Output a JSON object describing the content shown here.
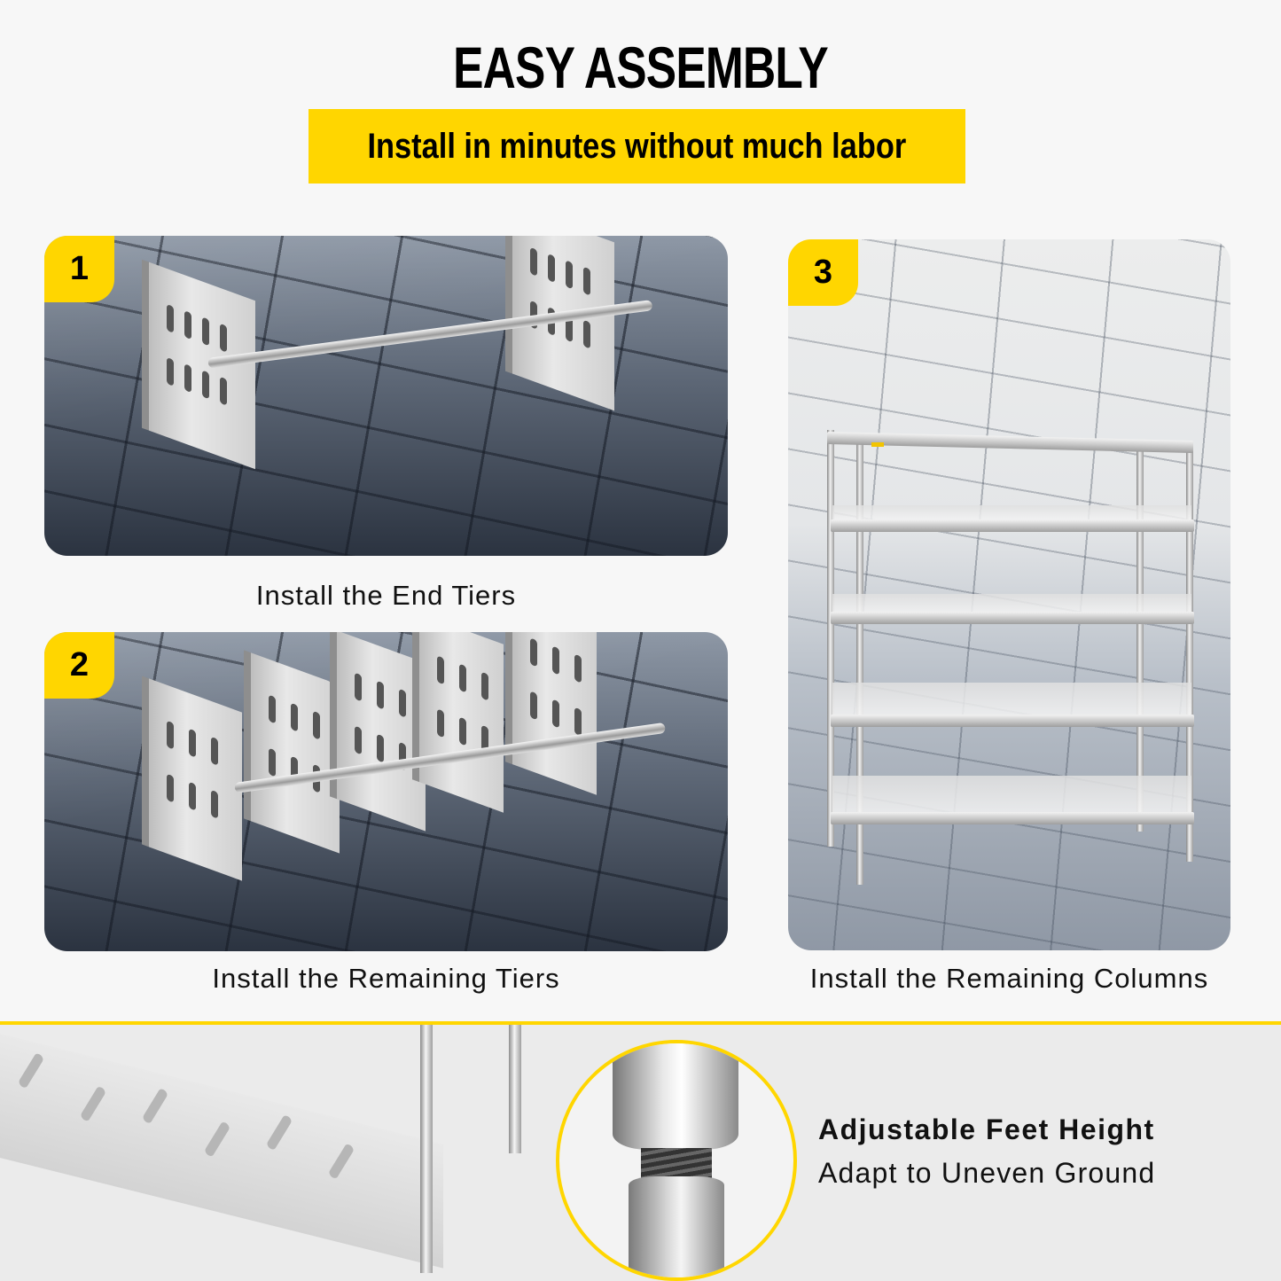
{
  "header": {
    "title": "EASY ASSEMBLY",
    "subtitle": "Install in minutes without much labor"
  },
  "steps": [
    {
      "number": "1",
      "caption": "Install the End Tiers"
    },
    {
      "number": "2",
      "caption": "Install the Remaining Tiers"
    },
    {
      "number": "3",
      "caption": "Install the Remaining Columns"
    }
  ],
  "feature": {
    "title": "Adjustable Feet Height",
    "subtitle": "Adapt to Uneven Ground"
  },
  "colors": {
    "accent": "#ffd600",
    "background": "#f7f7f7",
    "text": "#000000"
  }
}
